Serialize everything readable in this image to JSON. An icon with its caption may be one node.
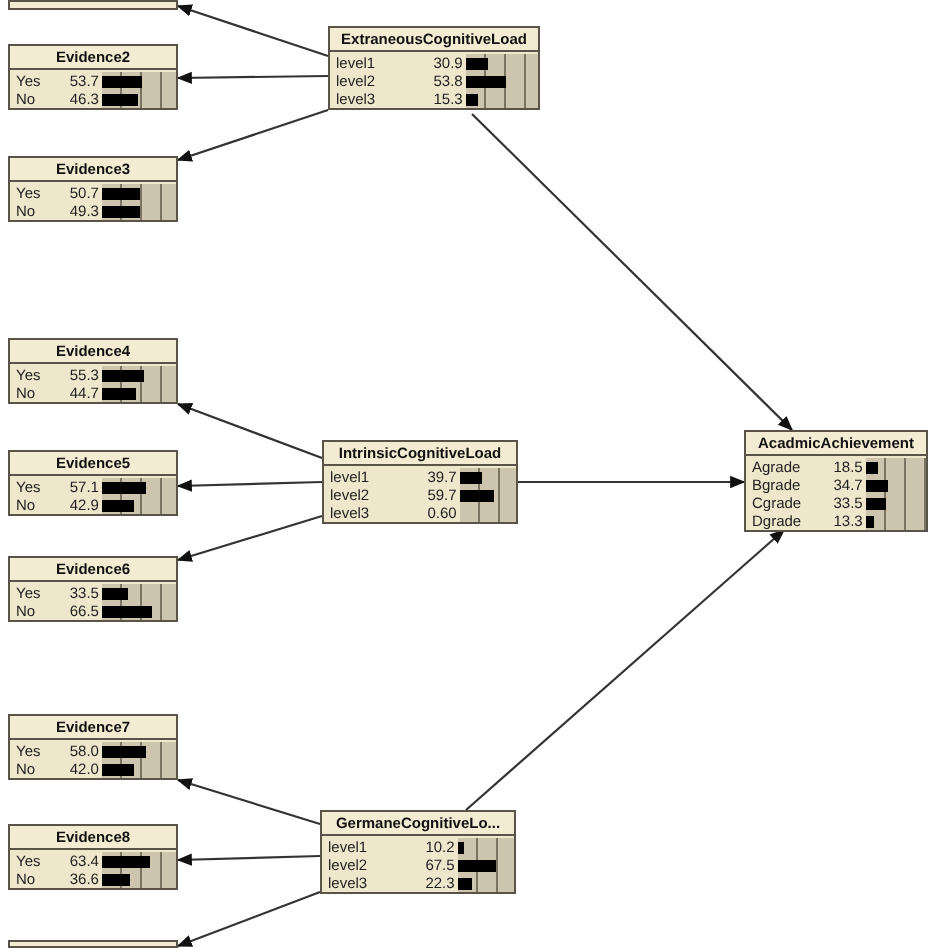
{
  "diagram": {
    "nodes": [
      {
        "text": [],
        "shape": "box"
      },
      {
        "text": [
          "ExtraneousCognitiveLoad",
          "level1",
          "30.9",
          "level2",
          "53.8",
          "level3",
          "15.3"
        ]
      },
      {
        "text": [
          "Evidence2",
          "Yes",
          "53.7",
          "No",
          "46.3"
        ]
      },
      {
        "text": [
          "Evidence3",
          "Yes",
          "50.7",
          "No",
          "49.3"
        ]
      },
      {
        "text": [
          "Evidence4",
          "Yes",
          "55.3",
          "No",
          "44.7"
        ]
      },
      {
        "text": [
          "IntrinsicCognitiveLoad",
          "level1",
          "39.7",
          "level2",
          "59.7",
          "level3",
          "0.60"
        ]
      },
      {
        "text": [
          "AcadmicAchievement",
          "Agrade",
          "18.5",
          "Bgrade",
          "34.7",
          "Cgrade",
          "33.5",
          "Dgrade",
          "13.3"
        ]
      },
      {
        "text": [
          "Evidence5",
          "Yes",
          "57.1",
          "No",
          "42.9"
        ]
      },
      {
        "text": [
          "Evidence6",
          "Yes",
          "33.5",
          "No",
          "66.5"
        ]
      },
      {
        "text": [
          "Evidence7",
          "Yes",
          "58.0",
          "No",
          "42.0"
        ]
      },
      {
        "text": [
          "GermaneCognitiveLo...",
          "level1",
          "10.2",
          "level2",
          "67.5",
          "level3",
          "22.3"
        ]
      },
      {
        "text": [
          "Evidence8",
          "Yes",
          "63.4",
          "No",
          "36.6"
        ]
      },
      {
        "text": [],
        "shape": "box"
      }
    ],
    "edges": [
      {
        "from": 1,
        "to": 0,
        "arrow": "to"
      },
      {
        "from": 1,
        "to": 2,
        "arrow": "to"
      },
      {
        "from": 1,
        "to": 3,
        "arrow": "to"
      },
      {
        "from": 1,
        "to": 6,
        "arrow": "to"
      },
      {
        "from": 5,
        "to": 4,
        "arrow": "to"
      },
      {
        "from": 5,
        "to": 7,
        "arrow": "to"
      },
      {
        "from": 5,
        "to": 8,
        "arrow": "to"
      },
      {
        "from": 5,
        "to": 6,
        "arrow": "to"
      },
      {
        "from": 10,
        "to": 9,
        "arrow": "to"
      },
      {
        "from": 10,
        "to": 11,
        "arrow": "to"
      },
      {
        "from": 10,
        "to": 12,
        "arrow": "to"
      },
      {
        "from": 10,
        "to": 6,
        "arrow": "to"
      }
    ]
  }
}
